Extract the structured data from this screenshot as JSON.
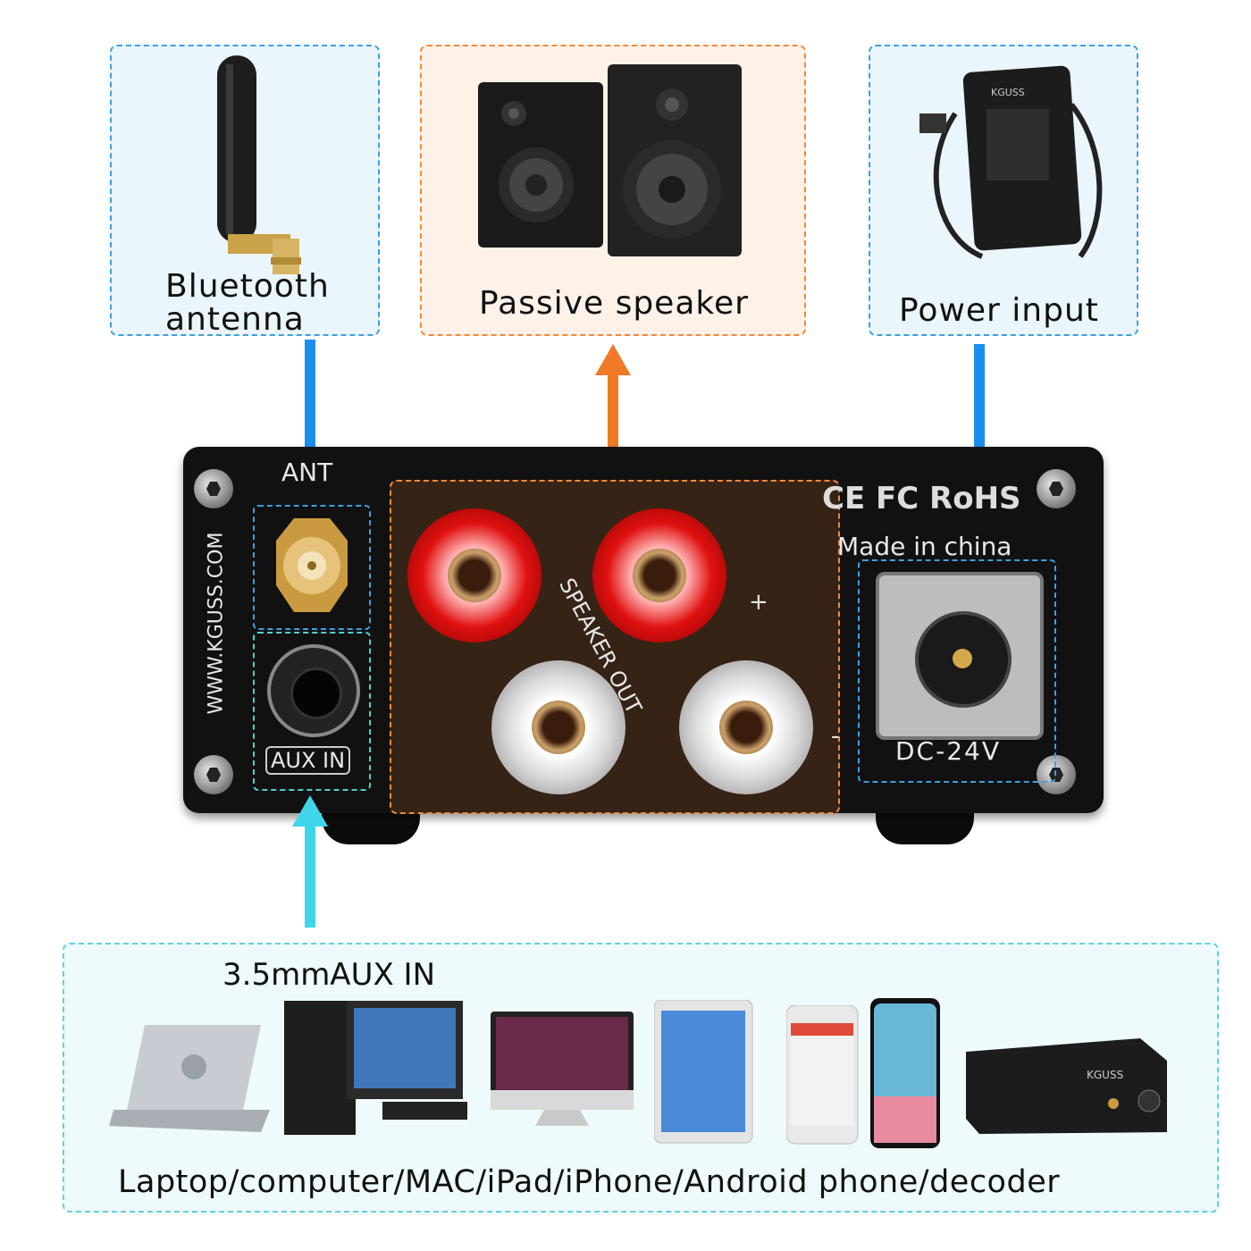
{
  "callouts": {
    "bluetooth": {
      "label_line1": "Bluetooth",
      "label_line2": "antenna"
    },
    "speaker": {
      "label": "Passive speaker"
    },
    "power": {
      "label": "Power input",
      "adapter_brand": "KGUSS"
    }
  },
  "amplifier": {
    "website": "WWW.KGUSS.COM",
    "ant_label": "ANT",
    "aux_label": "AUX IN",
    "speaker_out_label": "SPEAKER OUT",
    "plus": "+",
    "minus": "-",
    "certifications": "CE FC RoHS",
    "made_in": "Made in china",
    "dc_label": "DC-24V"
  },
  "sources": {
    "title": "3.5mmAUX IN",
    "devices": [
      "laptop-icon",
      "desktop-computer-icon",
      "imac-icon",
      "ipad-icon",
      "iphone-icon",
      "android-phone-icon",
      "decoder-icon"
    ],
    "decoder_brand": "KGUSS",
    "caption": "Laptop/computer/MAC/iPad/iPhone/Android phone/decoder"
  },
  "colors": {
    "blue_accent": "#1a8ff0",
    "orange_accent": "#f07a28",
    "teal_accent": "#3fd6ea"
  }
}
